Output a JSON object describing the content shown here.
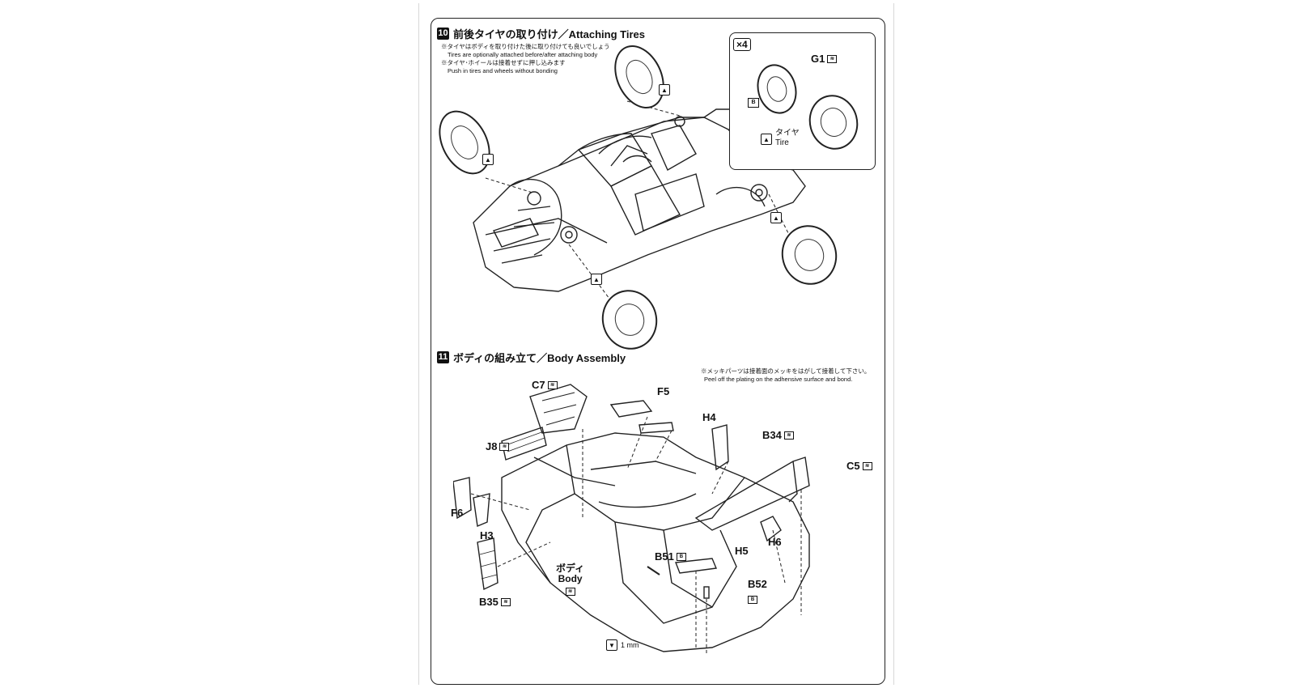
{
  "step10": {
    "number": "10",
    "title": "前後タイヤの取り付け／Attaching Tires",
    "notes": [
      "※タイヤはボディを取り付けた後に取り付けても良いでしょう",
      "Tires are optionally attached before/after attaching body",
      "※タイヤ･ホイールは接着せずに押し込みます",
      "Push in tires and wheels without bonding"
    ],
    "inset": {
      "multiplier": "×4",
      "wheel_part": "G1",
      "hub_part": "B",
      "tire_label_jp": "タイヤ",
      "tire_label_en": "Tire"
    }
  },
  "step11": {
    "number": "11",
    "title": "ボディの組み立て／Body Assembly",
    "notes": [
      "※メッキパーツは接着面のメッキをはがして接着して下さい。",
      "Peel off the plating on the adhensive surface and bond."
    ],
    "parts": {
      "c7": "C7",
      "f5": "F5",
      "h4": "H4",
      "b34": "B34",
      "j8": "J8",
      "c5": "C5",
      "f6": "F6",
      "h3": "H3",
      "h6": "H6",
      "b51": "B51",
      "h5": "H5",
      "body_jp": "ボディ",
      "body_en": "Body",
      "b52": "B52",
      "b35": "B35"
    },
    "drill": "1 mm"
  },
  "icons": [
    "plated-part-icon",
    "tire-rubber-icon",
    "drill-icon"
  ]
}
